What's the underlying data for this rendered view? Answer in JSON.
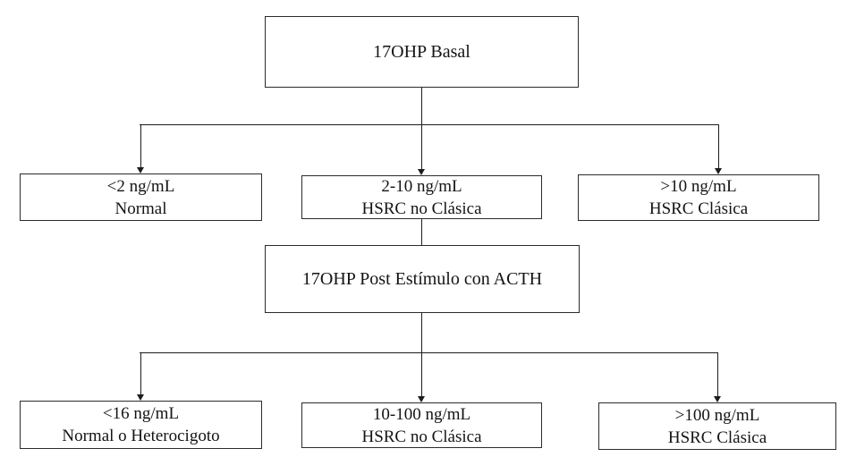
{
  "colors": {
    "background": "#ffffff",
    "box_border": "#2b2b2b",
    "connector_line": "#1c1c1c",
    "text": "#141414"
  },
  "flowchart": {
    "basal": {
      "title": "17OHP Basal"
    },
    "basal_branches": [
      {
        "value": "<2 ng/mL",
        "label": "Normal"
      },
      {
        "value": "2-10 ng/mL",
        "label": "HSRC no Clásica"
      },
      {
        "value": ">10 ng/mL",
        "label": "HSRC Clásica"
      }
    ],
    "acth": {
      "title": "17OHP Post Estímulo con ACTH"
    },
    "acth_branches": [
      {
        "value": "<16 ng/mL",
        "label": "Normal o Heterocigoto"
      },
      {
        "value": "10-100 ng/mL",
        "label": "HSRC no Clásica"
      },
      {
        "value": ">100 ng/mL",
        "label": "HSRC Clásica"
      }
    ]
  }
}
